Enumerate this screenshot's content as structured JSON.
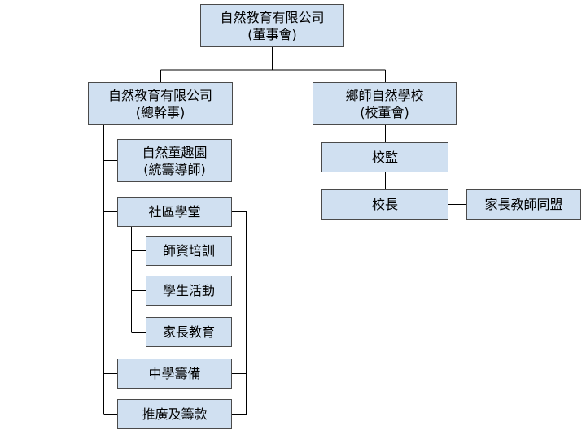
{
  "colors": {
    "box_fill": "#d0e0f1",
    "box_border": "#4a4a4a",
    "line": "#000000",
    "background": "#ffffff"
  },
  "nodes": {
    "board": {
      "line1": "自然教育有限公司",
      "line2": "(董事會)"
    },
    "company_gm": {
      "line1": "自然教育有限公司",
      "line2": "(總幹事)"
    },
    "school_board": {
      "line1": "鄉師自然學校",
      "line2": "(校董會)"
    },
    "kindergarten": {
      "line1": "自然童趣園",
      "line2": "(統籌導師)"
    },
    "community_school": {
      "line1": "社區學堂"
    },
    "teacher_training": {
      "line1": "師資培訓"
    },
    "student_activities": {
      "line1": "學生活動"
    },
    "parent_education": {
      "line1": "家長教育"
    },
    "secondary_prep": {
      "line1": "中學籌備"
    },
    "promotion_fundraising": {
      "line1": "推廣及籌款"
    },
    "supervisor": {
      "line1": "校監"
    },
    "principal": {
      "line1": "校長"
    },
    "pta": {
      "line1": "家長教師同盟"
    }
  }
}
